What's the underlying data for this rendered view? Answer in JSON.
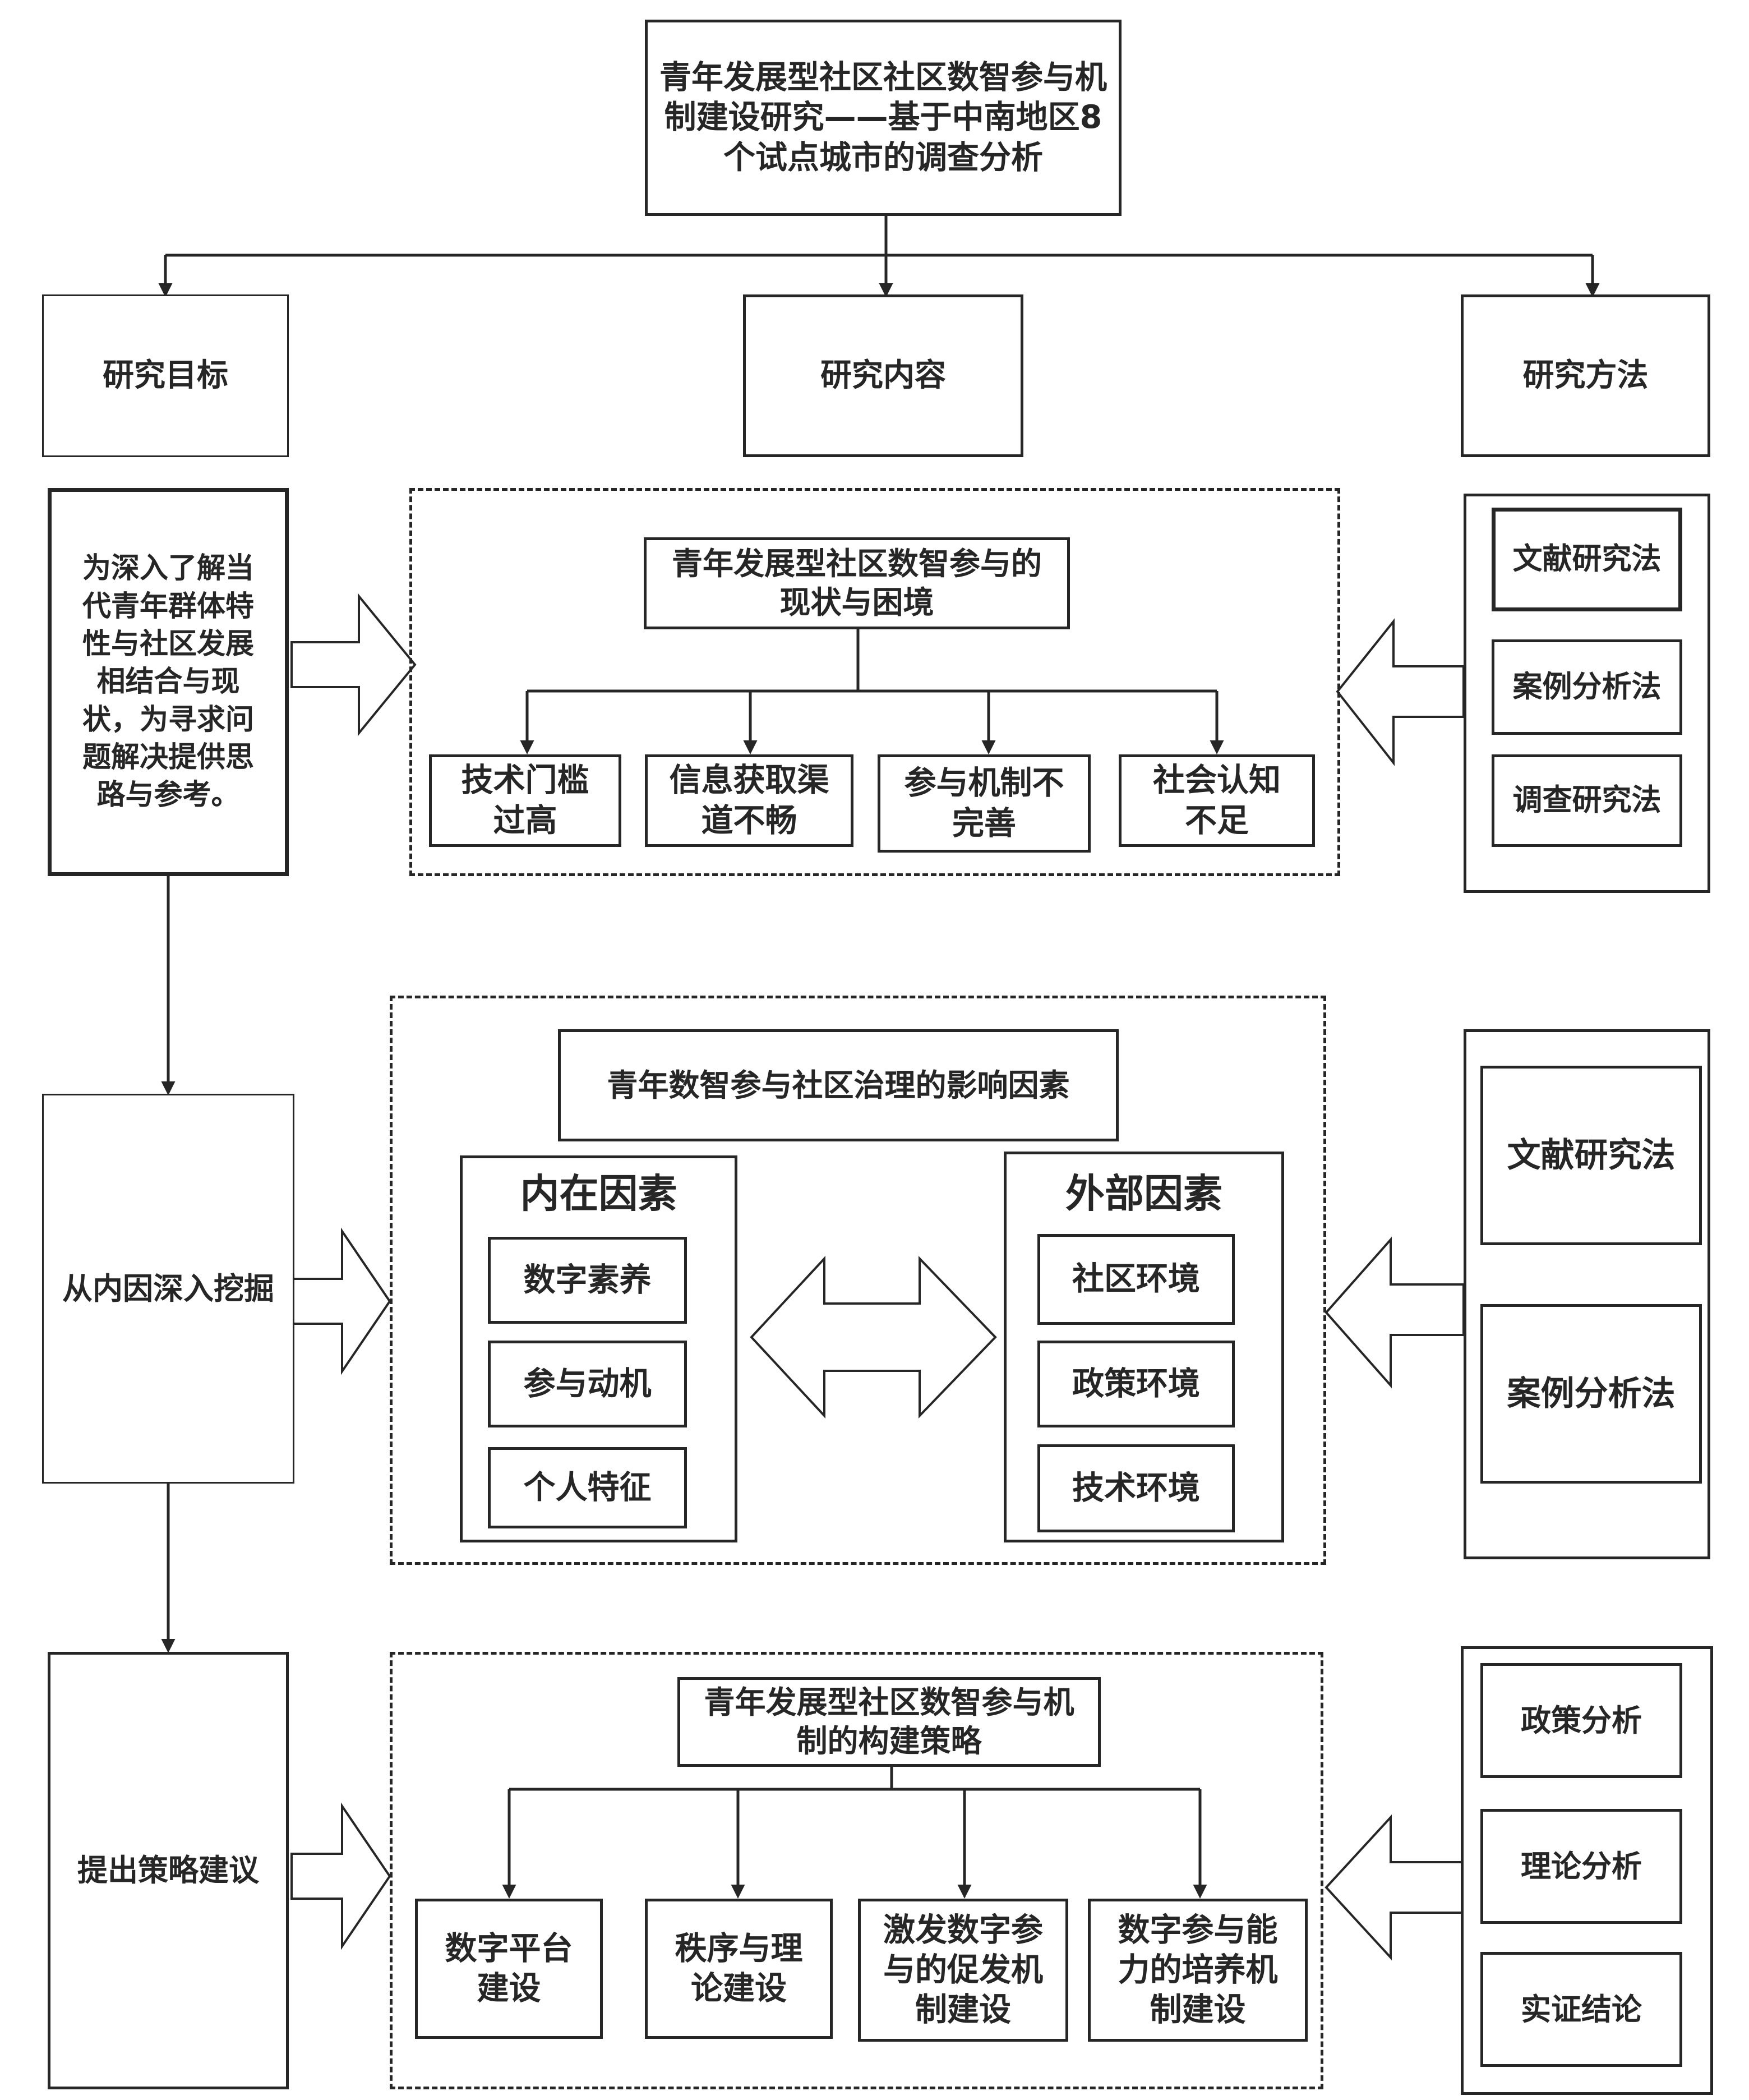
{
  "title": "青年发展型社区社区数智参与机制建设研究——基于中南地区8个试点城市的调查分析",
  "headers": {
    "goal": "研究目标",
    "content": "研究内容",
    "method": "研究方法"
  },
  "goals": {
    "intro": "为深入了解当代青年群体特性与社区发展相结合与现状，为寻求问题解决提供思路与参考。",
    "dig": "从内因深入挖掘",
    "propose": "提出策略建议"
  },
  "section1": {
    "heading": "青年发展型社区数智参与的现状与困境",
    "items": [
      "技术门槛过高",
      "信息获取渠道不畅",
      "参与机制不完善",
      "社会认知不足"
    ],
    "methods": [
      "文献研究法",
      "案例分析法",
      "调查研究法"
    ]
  },
  "section2": {
    "heading": "青年数智参与社区治理的影响因素",
    "internal": {
      "title": "内在因素",
      "items": [
        "数字素养",
        "参与动机",
        "个人特征"
      ]
    },
    "external": {
      "title": "外部因素",
      "items": [
        "社区环境",
        "政策环境",
        "技术环境"
      ]
    },
    "methods": [
      "文献研究法",
      "案例分析法"
    ]
  },
  "section3": {
    "heading": "青年发展型社区数智参与机制的构建策略",
    "items": [
      "数字平台建设",
      "秩序与理论建设",
      "激发数字参与的促发机制建设",
      "数字参与能力的培养机制建设"
    ],
    "methods": [
      "政策分析",
      "理论分析",
      "实证结论"
    ]
  }
}
